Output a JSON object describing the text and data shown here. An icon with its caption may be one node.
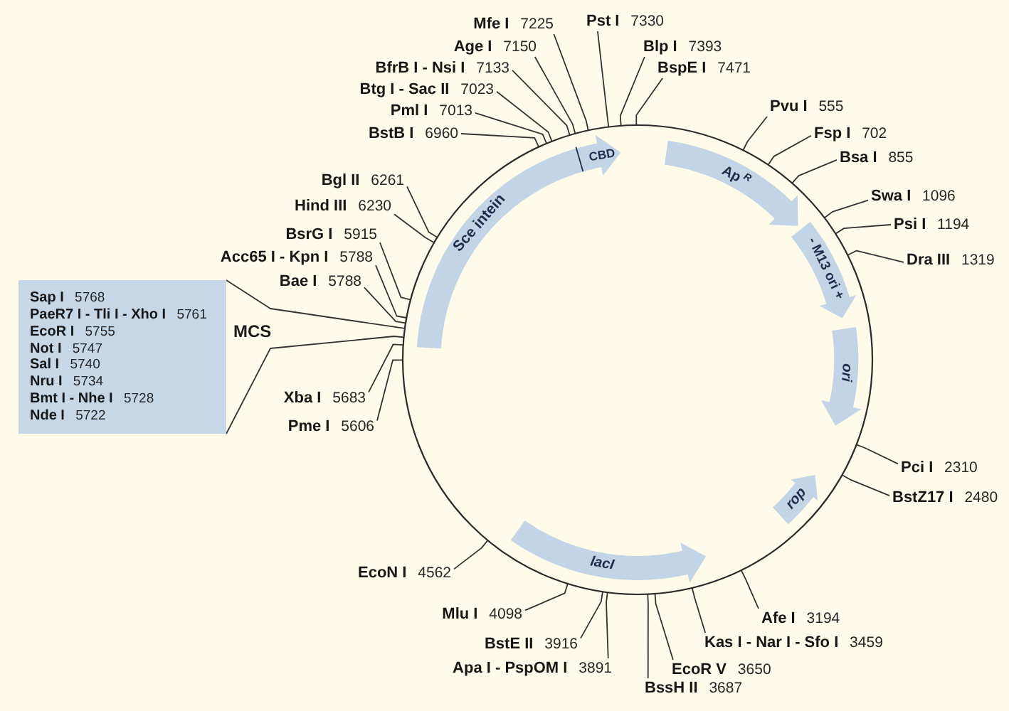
{
  "diagram": {
    "nodes": [
      {
        "text": [
          "**Mfe I** 7225"
        ]
      },
      {
        "text": [
          "**Pst I** 7330"
        ]
      },
      {
        "text": [
          "**Age I** 7150"
        ]
      },
      {
        "text": [
          "**Blp I** 7393"
        ]
      },
      {
        "text": [
          "**BfrB I - Nsi I** 7133"
        ]
      },
      {
        "text": [
          "**BspE I** 7471"
        ]
      },
      {
        "text": [
          "**Btg I - Sac II** 7023"
        ]
      },
      {
        "text": [
          "**Pml I** 7013"
        ]
      },
      {
        "text": [
          "**Pvu I** 555"
        ]
      },
      {
        "text": [
          "**BstB I** 6960"
        ]
      },
      {
        "text": [
          "**Fsp I** 702"
        ]
      },
      {
        "text": [
          "**Bsa I** 855"
        ]
      },
      {
        "text": [
          "**Swa I** 1096"
        ]
      },
      {
        "text": [
          "**Bgl II** 6261"
        ]
      },
      {
        "text": [
          "**Psi I** 1194"
        ]
      },
      {
        "text": [
          "**Hind III** 6230"
        ]
      },
      {
        "text": [
          "**Dra III** 1319"
        ]
      },
      {
        "text": [
          "**BsrG I** 5915"
        ]
      },
      {
        "text": [
          "**Acc65 I - Kpn I** 5788"
        ]
      },
      {
        "text": [
          "**Sap I** 5768",
          "**PaeR7 I - Tli I - Xho I** 5761",
          "**EcoR I** 5755",
          "**Not I** 5747",
          "**Sal I** 5740",
          "**Nru I** 5734",
          "**Bmt I - Nhe I** 5728",
          "**Nde I** 5722"
        ],
        "beside": [
          "MCS"
        ]
      },
      {
        "text": [
          "**Bae I** 5788"
        ]
      },
      {
        "text": [
          "**Xba I** 5683"
        ]
      },
      {
        "text": [
          "**Pme I** 5606"
        ]
      },
      {
        "text": [
          "**Pci I** 2310"
        ]
      },
      {
        "text": [
          "**BstZ17 I** 2480"
        ]
      },
      {
        "text": [
          "**EcoN I** 4562"
        ]
      },
      {
        "text": [
          "**Mlu I** 4098"
        ]
      },
      {
        "text": [
          "**Afe I** 3194"
        ]
      },
      {
        "text": [
          "**BstE II** 3916"
        ]
      },
      {
        "text": [
          "**Kas I - Nar I - Sfo I** 3459"
        ]
      },
      {
        "text": [
          "**Apa I - PspOM I** 3891"
        ]
      },
      {
        "text": [
          "**EcoR V** 3650"
        ]
      },
      {
        "text": [
          "**BssH II** 3687"
        ]
      },
      {
        "text": [],
        "shape": "circle"
      },
      {
        "text": [
          "Sce intein",
          "CBD"
        ],
        "in": 33
      },
      {
        "text": [
          "Ap$^{R}$"
        ],
        "in": 33
      },
      {
        "text": [
          "- M13 ori +"
        ],
        "in": 33
      },
      {
        "text": [
          "ori"
        ],
        "in": 33
      },
      {
        "text": [
          "rop"
        ],
        "in": 33
      },
      {
        "text": [
          "lacI"
        ],
        "in": 33
      }
    ],
    "edges": [
      {
        "from": 0,
        "to": 33,
        "arrow": "none"
      },
      {
        "from": 1,
        "to": 33,
        "arrow": "none"
      },
      {
        "from": 2,
        "to": 33,
        "arrow": "none"
      },
      {
        "from": 3,
        "to": 33,
        "arrow": "none"
      },
      {
        "from": 4,
        "to": 33,
        "arrow": "none"
      },
      {
        "from": 5,
        "to": 33,
        "arrow": "none"
      },
      {
        "from": 6,
        "to": 33,
        "arrow": "none"
      },
      {
        "from": 7,
        "to": 33,
        "arrow": "none"
      },
      {
        "from": 8,
        "to": 33,
        "arrow": "none"
      },
      {
        "from": 9,
        "to": 33,
        "arrow": "none"
      },
      {
        "from": 10,
        "to": 33,
        "arrow": "none"
      },
      {
        "from": 11,
        "to": 33,
        "arrow": "none"
      },
      {
        "from": 12,
        "to": 33,
        "arrow": "none"
      },
      {
        "from": 13,
        "to": 33,
        "arrow": "none"
      },
      {
        "from": 14,
        "to": 33,
        "arrow": "none"
      },
      {
        "from": 15,
        "to": 33,
        "arrow": "none"
      },
      {
        "from": 16,
        "to": 33,
        "arrow": "none"
      },
      {
        "from": 17,
        "to": 33,
        "arrow": "none"
      },
      {
        "from": 18,
        "to": 33,
        "arrow": "none"
      },
      {
        "from": 19,
        "to": 33,
        "arrow": "none"
      },
      {
        "from": 19,
        "to": 33,
        "arrow": "none"
      },
      {
        "from": 20,
        "to": 33,
        "arrow": "none"
      },
      {
        "from": 21,
        "to": 33,
        "arrow": "none"
      },
      {
        "from": 22,
        "to": 33,
        "arrow": "none"
      },
      {
        "from": 23,
        "to": 33,
        "arrow": "none"
      },
      {
        "from": 24,
        "to": 33,
        "arrow": "none"
      },
      {
        "from": 25,
        "to": 33,
        "arrow": "none"
      },
      {
        "from": 26,
        "to": 33,
        "arrow": "none"
      },
      {
        "from": 27,
        "to": 33,
        "arrow": "none"
      },
      {
        "from": 28,
        "to": 33,
        "arrow": "none"
      },
      {
        "from": 29,
        "to": 33,
        "arrow": "none"
      },
      {
        "from": 30,
        "to": 33,
        "arrow": "none"
      },
      {
        "from": 31,
        "to": 33,
        "arrow": "none"
      },
      {
        "from": 32,
        "to": 33,
        "arrow": "none"
      }
    ]
  }
}
